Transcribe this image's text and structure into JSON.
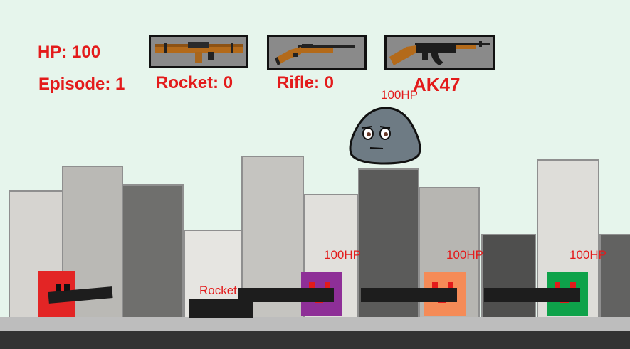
{
  "hud": {
    "hp": "HP: 100",
    "episode": "Episode: 1",
    "rocket": "Rocket: 0",
    "rifle": "Rifle: 0",
    "ak47": "AK47"
  },
  "weapons": [
    {
      "name": "rocket-launcher",
      "icon": "rocket-launcher-icon"
    },
    {
      "name": "rifle",
      "icon": "rifle-icon"
    },
    {
      "name": "ak47",
      "icon": "ak47-icon"
    }
  ],
  "boss": {
    "hp_label": "100HP",
    "color": "#6e7b84"
  },
  "enemies": [
    {
      "hp_label": "100HP",
      "color": "#8e2f97"
    },
    {
      "hp_label": "100HP",
      "color": "#f58b57"
    },
    {
      "hp_label": "100HP",
      "color": "#0ea24a"
    }
  ],
  "player": {
    "color": "#e32525"
  },
  "pickup": {
    "label": "Rocket"
  },
  "colors": {
    "sky": "#e6f5ec",
    "hud_text": "#e31b1b",
    "ground": "#bdbdbd",
    "road": "#333333"
  }
}
